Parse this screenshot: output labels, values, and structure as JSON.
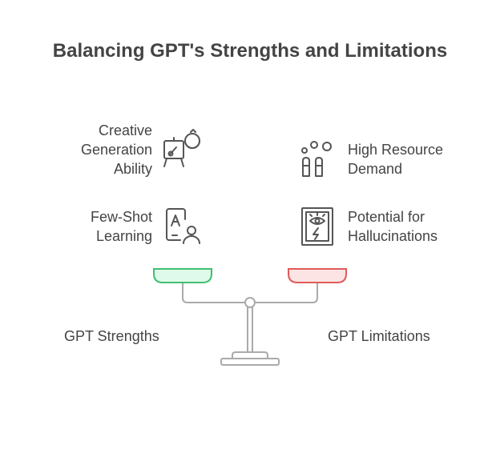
{
  "title": "Balancing GPT's Strengths and Limitations",
  "strengths": {
    "items": [
      {
        "lines": [
          "Creative",
          "Generation",
          "Ability"
        ],
        "icon": "easel-palette-icon"
      },
      {
        "lines": [
          "Few-Shot",
          "Learning"
        ],
        "icon": "tablet-learner-icon"
      }
    ],
    "label": "GPT Strengths",
    "pan_fill": "#dffaea",
    "pan_stroke": "#3fbf72"
  },
  "limitations": {
    "items": [
      {
        "lines": [
          "High Resource",
          "Demand"
        ],
        "icon": "factory-chimneys-icon"
      },
      {
        "lines": [
          "Potential for",
          "Hallucinations"
        ],
        "icon": "framed-eye-icon"
      }
    ],
    "label": "GPT Limitations",
    "pan_fill": "#fde4e4",
    "pan_stroke": "#e05a5a"
  },
  "colors": {
    "text": "#444444",
    "stroke": "#555555",
    "scale": "#aaaaaa"
  }
}
